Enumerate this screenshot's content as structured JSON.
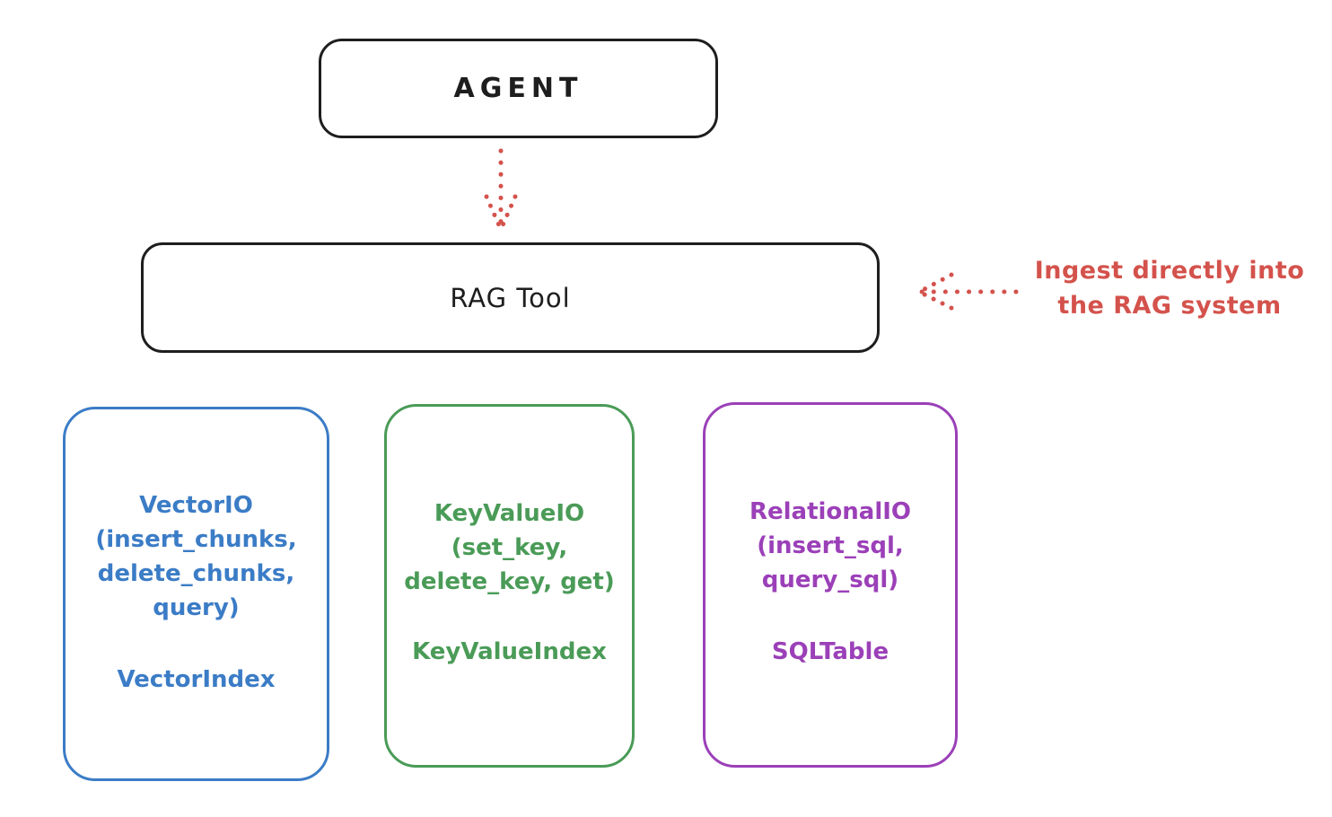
{
  "colors": {
    "ink": "#1e1e1e",
    "red": "#d4524c",
    "blue": "#3b7cc6",
    "green": "#4a9b57",
    "purple": "#9b40b8"
  },
  "nodes": {
    "agent": {
      "label": "AGENT"
    },
    "rag_tool": {
      "label": "RAG Tool"
    },
    "vector": {
      "lines": [
        "VectorIO",
        "(insert_chunks,",
        "delete_chunks,",
        "query)"
      ],
      "index_label": "VectorIndex"
    },
    "keyvalue": {
      "lines": [
        "KeyValueIO",
        "(set_key,",
        "delete_key, get)"
      ],
      "index_label": "KeyValueIndex"
    },
    "relational": {
      "lines": [
        "RelationalIO",
        "(insert_sql,",
        "query_sql)"
      ],
      "index_label": "SQLTable"
    }
  },
  "annotation": {
    "lines": [
      "Ingest directly into",
      "the RAG system"
    ]
  },
  "icons": {
    "agent_to_rag_arrow": "dotted-down-arrow",
    "ingest_arrow": "dotted-left-arrow"
  }
}
